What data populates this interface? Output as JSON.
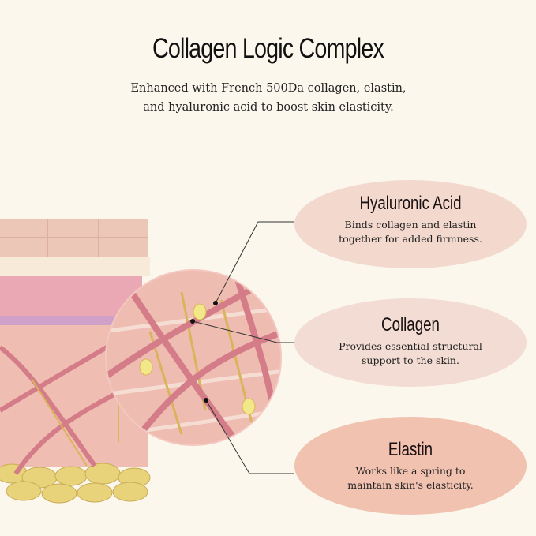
{
  "header": {
    "title": "Collagen Logic Complex",
    "subtitle_line1": "Enhanced with French 500Da collagen, elastin,",
    "subtitle_line2": "and hyaluronic acid to boost skin elasticity."
  },
  "callouts": [
    {
      "title": "Hyaluronic Acid",
      "line1": "Binds collagen and elastin",
      "line2": "together for added firmness.",
      "color": "#f3d8ce"
    },
    {
      "title": "Collagen",
      "line1": "Provides essential structural",
      "line2": "support to the skin.",
      "color": "#f2dcd3"
    },
    {
      "title": "Elastin",
      "line1": "Works like a spring to",
      "line2": "maintain skin's elasticity.",
      "color": "#f2c2b1"
    }
  ],
  "colors": {
    "background": "#fbf7ec",
    "skin": "#efbfb4",
    "fiber": "#d8808a",
    "cell": "#e3c25a",
    "fat": "#e8d27a"
  }
}
